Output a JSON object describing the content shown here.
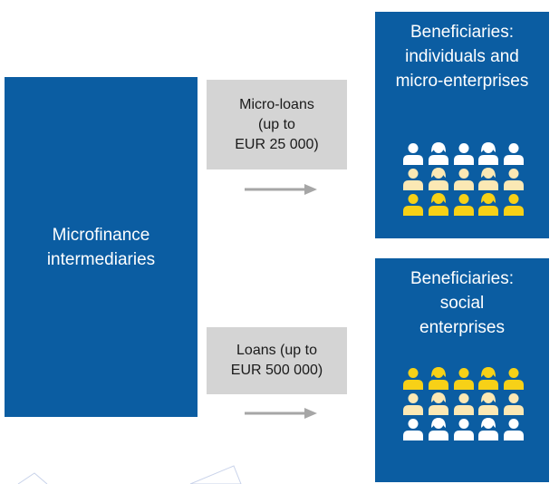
{
  "left_box": {
    "lines": [
      "Microfinance",
      "intermediaries"
    ]
  },
  "flows": [
    {
      "lines": [
        "Micro-loans",
        "(up to",
        "EUR 25 000)"
      ]
    },
    {
      "lines": [
        "Loans (up to",
        "EUR 500 000)"
      ]
    }
  ],
  "beneficiaries": [
    {
      "lines": [
        "Beneficiaries:",
        "individuals and",
        "micro-enterprises"
      ]
    },
    {
      "lines": [
        "Beneficiaries:",
        "social",
        "enterprises"
      ]
    }
  ],
  "people_icons": {
    "top_group_rows": [
      "white",
      "cream",
      "yellow"
    ],
    "bottom_group_rows": [
      "yellow",
      "cream",
      "white"
    ],
    "per_row": 5
  },
  "colors": {
    "blue": "#0b5da2",
    "grey": "#d4d4d4",
    "arrow": "#a6a6a6",
    "white": "#ffffff",
    "cream": "#fbe8b4",
    "yellow": "#f7d117"
  }
}
